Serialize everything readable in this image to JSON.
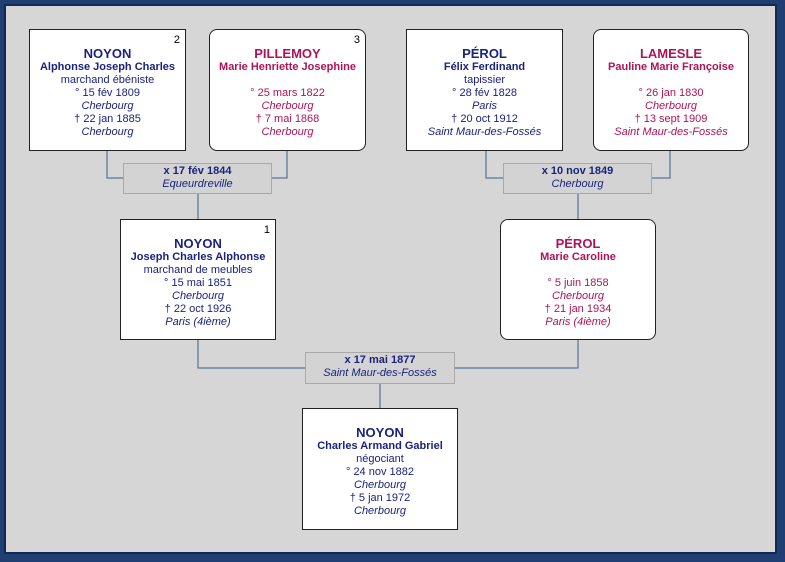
{
  "persons": {
    "p2": {
      "number": "2",
      "surname": "NOYON",
      "given": "Alphonse Joseph Charles",
      "occupation": "marchand ébéniste",
      "birth_date": "° 15 fév 1809",
      "birth_place": "Cherbourg",
      "death_date": "† 22 jan 1885",
      "death_place": "Cherbourg"
    },
    "p3": {
      "number": "3",
      "surname": "PILLEMOY",
      "given": "Marie Henriette Josephine",
      "occupation": "",
      "birth_date": "° 25 mars 1822",
      "birth_place": "Cherbourg",
      "death_date": "† 7 mai 1868",
      "death_place": "Cherbourg"
    },
    "p4": {
      "surname": "PÉROL",
      "given": "Félix Ferdinand",
      "occupation": "tapissier",
      "birth_date": "° 28 fév 1828",
      "birth_place": "Paris",
      "death_date": "† 20 oct 1912",
      "death_place": "Saint Maur-des-Fossés"
    },
    "p5": {
      "surname": "LAMESLE",
      "given": "Pauline Marie Françoise",
      "occupation": "",
      "birth_date": "° 26 jan 1830",
      "birth_place": "Cherbourg",
      "death_date": "† 13 sept 1909",
      "death_place": "Saint Maur-des-Fossés"
    },
    "p1": {
      "number": "1",
      "surname": "NOYON",
      "given": "Joseph Charles Alphonse",
      "occupation": "marchand de meubles",
      "birth_date": "° 15 mai 1851",
      "birth_place": "Cherbourg",
      "death_date": "† 22 oct 1926",
      "death_place": "Paris (4ième)"
    },
    "p6": {
      "surname": "PÉROL",
      "given": "Marie Caroline",
      "occupation": "",
      "birth_date": "° 5 juin 1858",
      "birth_place": "Cherbourg",
      "death_date": "† 21 jan 1934",
      "death_place": "Paris (4ième)"
    },
    "p0": {
      "surname": "NOYON",
      "given": "Charles Armand Gabriel",
      "occupation": "négociant",
      "birth_date": "° 24 nov 1882",
      "birth_place": "Cherbourg",
      "death_date": "† 5 jan 1972",
      "death_place": "Cherbourg"
    }
  },
  "marriages": {
    "m1": {
      "date": "x 17 fév 1844",
      "place": "Equeurdreville"
    },
    "m2": {
      "date": "x 10 nov 1849",
      "place": "Cherbourg"
    },
    "m3": {
      "date": "x 17 mai 1877",
      "place": "Saint Maur-des-Fossés"
    }
  },
  "colors": {
    "male": "#1a237e",
    "female": "#ad1457",
    "background": "#d6d6d6",
    "frame": "#1f3f73",
    "line": "#3b5f8a"
  }
}
